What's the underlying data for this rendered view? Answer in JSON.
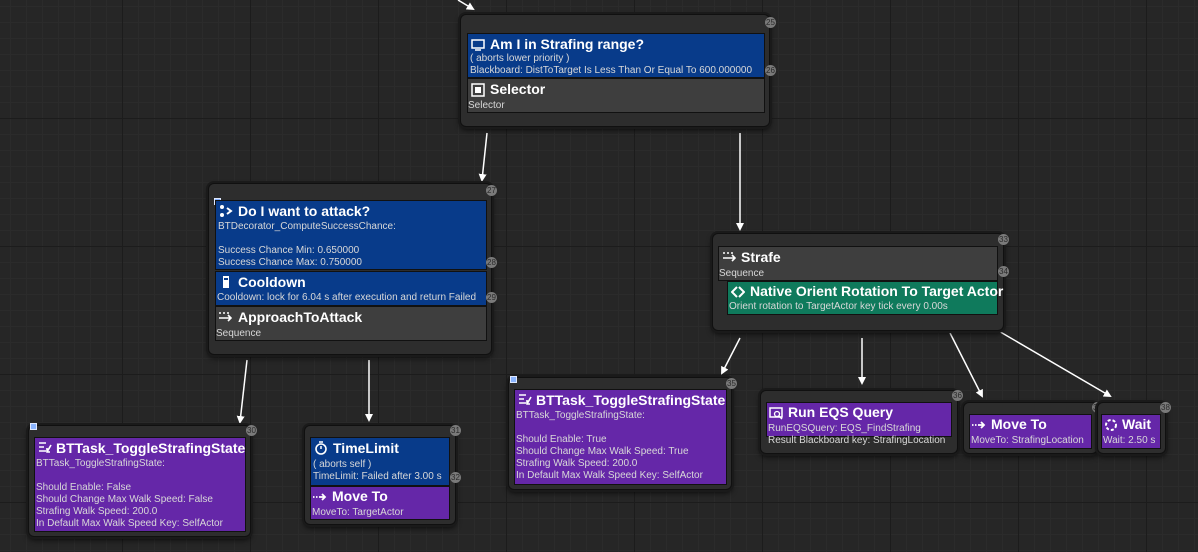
{
  "root": {
    "index": "25",
    "decorator": {
      "title": "Am I in Strafing range?",
      "aborts": "( aborts lower priority )",
      "detail": "Blackboard: DistToTarget Is Less Than Or Equal To 600.000000",
      "detail_index": "26"
    },
    "composite": {
      "title": "Selector",
      "type": "Selector"
    }
  },
  "attack": {
    "index": "27",
    "decorator1": {
      "title": "Do I want to attack?",
      "detail": "BTDecorator_ComputeSuccessChance:\n\nSuccess Chance Min: 0.650000\nSuccess Chance Max: 0.750000",
      "index": "28"
    },
    "decorator2": {
      "title": "Cooldown",
      "detail": "Cooldown: lock for 6.04 s after execution and return Failed",
      "index": "29"
    },
    "composite": {
      "title": "ApproachToAttack",
      "type": "Sequence"
    }
  },
  "strafe": {
    "index": "33",
    "composite": {
      "title": "Strafe",
      "type": "Sequence"
    },
    "service": {
      "title": "Native Orient Rotation To Target Actor",
      "detail": "Orient rotation to TargetActor key tick every 0.00s",
      "index": "34"
    }
  },
  "toggle_left": {
    "index": "30",
    "title": "BTTask_ToggleStrafingState",
    "detail": "BTTask_ToggleStrafingState:\n\nShould Enable: False\nShould Change Max Walk Speed: False\nStrafing Walk Speed: 200.0\nIn Default Max Walk Speed Key: SelfActor"
  },
  "time_limit": {
    "index": "31",
    "decorator": {
      "title": "TimeLimit",
      "aborts": "( aborts self )",
      "detail": "TimeLimit: Failed after 3.00 s",
      "index": "32"
    },
    "task": {
      "title": "Move To",
      "detail": "MoveTo: TargetActor"
    }
  },
  "toggle_mid": {
    "index": "35",
    "title": "BTTask_ToggleStrafingState",
    "detail": "BTTask_ToggleStrafingState:\n\nShould Enable: True\nShould Change Max Walk Speed: True\nStrafing Walk Speed: 200.0\nIn Default Max Walk Speed Key: SelfActor"
  },
  "eqs": {
    "index": "36",
    "title": "Run EQS Query",
    "detail": "RunEQSQuery: EQS_FindStrafing\nResult Blackboard key: StrafingLocation"
  },
  "move_strafe": {
    "index": "37",
    "title": "Move To",
    "detail": "MoveTo: StrafingLocation"
  },
  "wait": {
    "index": "38",
    "title": "Wait",
    "detail": "Wait: 2.50 s"
  },
  "colors": {
    "decorator": "#083b8a",
    "composite": "#3e3e3e",
    "task": "#6527a8",
    "service": "#0f7a5c",
    "wire": "#ffffff"
  }
}
